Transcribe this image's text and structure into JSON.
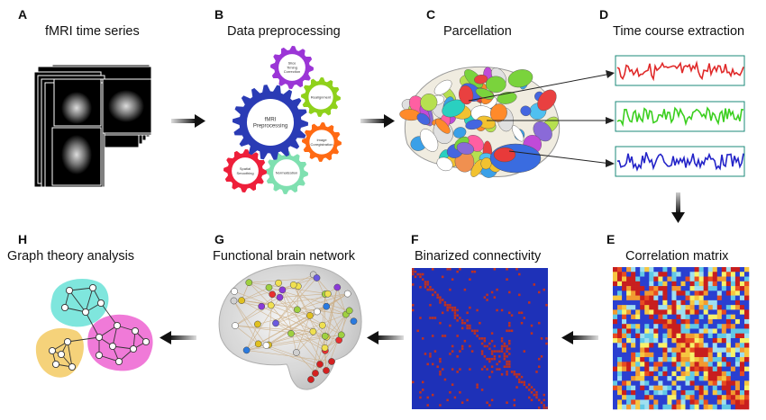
{
  "panels": {
    "A": {
      "letter": "A",
      "title": "fMRI time series"
    },
    "B": {
      "letter": "B",
      "title": "Data preprocessing"
    },
    "C": {
      "letter": "C",
      "title": "Parcellation"
    },
    "D": {
      "letter": "D",
      "title": "Time course extraction"
    },
    "E": {
      "letter": "E",
      "title": "Correlation matrix"
    },
    "F": {
      "letter": "F",
      "title": "Binarized connectivity"
    },
    "G": {
      "letter": "G",
      "title": "Functional brain network"
    },
    "H": {
      "letter": "H",
      "title": "Graph theory analysis"
    }
  },
  "gears": {
    "center": "fMRI Preprocessing",
    "slice_timing": "Slice Timing Correction",
    "realignment": "Realignment",
    "coregistration": "Image Coregistration",
    "normalization": "Normalization",
    "smoothing": "Spatial Smoothing"
  },
  "colors": {
    "gear_center": "#2a3bb5",
    "gear_slice": "#9b35d6",
    "gear_realign": "#8fd11b",
    "gear_coreg": "#ff6a13",
    "gear_normal": "#7fe0b0",
    "gear_smooth": "#ee1f3a",
    "ts_red": "#e02a2a",
    "ts_green": "#3bcf1f",
    "ts_blue": "#2424c8",
    "binarized_bg": "#1e31b8",
    "binarized_dot": "#c0311f"
  }
}
